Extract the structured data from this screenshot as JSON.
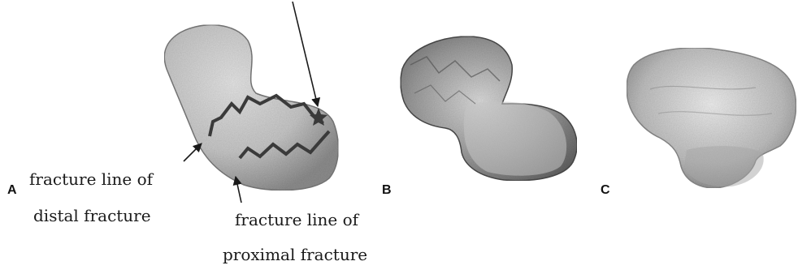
{
  "panels": {
    "a": {
      "letter": "A"
    },
    "b": {
      "letter": "B"
    },
    "c": {
      "letter": "C"
    }
  },
  "labels": {
    "distal_line1": "fracture line of",
    "distal_line2": "distal fracture",
    "proximal_line1": "fracture line of",
    "proximal_line2": "proximal fracture"
  },
  "colors": {
    "bone_fill": "#d2d2d2",
    "bone_shadow": "#8a8a8a",
    "fracture_line": "#3a3a3a",
    "arrow": "#1a1a1a"
  }
}
